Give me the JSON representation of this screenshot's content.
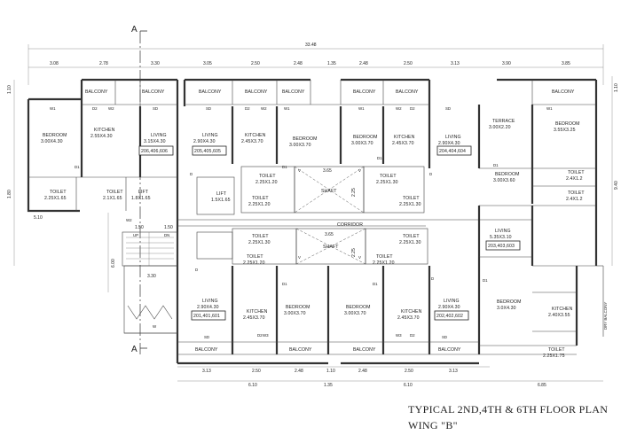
{
  "drawing": {
    "title": "TYPICAL 2ND,4TH & 6TH FLOOR PLAN",
    "subtitle": "WING \"B\"",
    "section_mark": "A"
  },
  "dimensions": {
    "overall": "33.48",
    "top": [
      "3.08",
      "2.78",
      "3.30",
      "3.05",
      "2.50",
      "2.48",
      "1.35",
      "2.48",
      "2.50",
      "3.13",
      "3.90",
      "3.85"
    ],
    "bottom": [
      "3.13",
      "2.50",
      "2.48",
      "1.10",
      "2.48",
      "2.50",
      "3.13"
    ],
    "bottom_total": [
      "6.10",
      "1.35",
      "6.10",
      "6.85"
    ],
    "left": [
      "1.10",
      "1.80",
      "5.10",
      "6.00",
      "3.30",
      "1.50",
      "1.50"
    ],
    "right": [
      "1.10",
      "9.40"
    ],
    "shaft": [
      "3.65",
      "2.25",
      "3.65",
      "2.25"
    ]
  },
  "rooms": {
    "balconies": [
      "BALCONY",
      "BALCONY",
      "BALCONY",
      "BALCONY",
      "BALCONY",
      "BALCONY",
      "BALCONY",
      "BALCONY",
      "BALCONY",
      "BALCONY",
      "BALCONY",
      "BALCONY"
    ],
    "bedroom_tl": {
      "name": "BEDROOM",
      "size": "3.00X4.30"
    },
    "kitchen_tl": {
      "name": "KITCHEN",
      "size": "2.55X4.30"
    },
    "living_tl": {
      "name": "LIVING",
      "size": "3.15X4.30"
    },
    "living_t2": {
      "name": "LIVING",
      "size": "2.90X4.30"
    },
    "kitchen_t2": {
      "name": "KITCHEN",
      "size": "2.45X3.70"
    },
    "bedroom_t2": {
      "name": "BEDROOM",
      "size": "3.00X3.70"
    },
    "bedroom_t3": {
      "name": "BEDROOM",
      "size": "3.00X3.70"
    },
    "kitchen_t3": {
      "name": "KITCHEN",
      "size": "2.45X3.70"
    },
    "living_t3": {
      "name": "LIVING",
      "size": "2.90X4.30"
    },
    "terrace": {
      "name": "TERRACE",
      "size": "3.00X2.20"
    },
    "bedroom_tr": {
      "name": "BEDROOM",
      "size": "3.55X3.25"
    },
    "bedroom_r2": {
      "name": "BEDROOM",
      "size": "3.00X3.60"
    },
    "toilet_r1": {
      "name": "TOILET",
      "size": "2.4X1.2"
    },
    "toilet_r2": {
      "name": "TOILET",
      "size": "2.4X1.2"
    },
    "toilet_l1": {
      "name": "TOILET",
      "size": "2.25X1.65"
    },
    "toilet_l2": {
      "name": "TOILET",
      "size": "2.1X1.65"
    },
    "lift_l": {
      "name": "LIFT",
      "size": "1.8X1.65"
    },
    "lift_c": {
      "name": "LIFT",
      "size": "1.5X1.65"
    },
    "toilet_c1": {
      "name": "TOILET",
      "size": "2.25X1.20"
    },
    "toilet_c2": {
      "name": "TOILET",
      "size": "2.25X1.20"
    },
    "toilet_c3": {
      "name": "TOILET",
      "size": "2.25X1.30"
    },
    "toilet_c4": {
      "name": "TOILET",
      "size": "2.25X1.30"
    },
    "toilet_c5": {
      "name": "TOILET",
      "size": "2.25X1.30"
    },
    "toilet_c6": {
      "name": "TOILET",
      "size": "2.25X1.30"
    },
    "toilet_c7": {
      "name": "TOILET",
      "size": "2.25X1.20"
    },
    "toilet_c8": {
      "name": "TOILET",
      "size": "2.25X1.20"
    },
    "shaft": "SHAFT",
    "corridor": "CORRIDOR",
    "living_r": {
      "name": "LIVING",
      "size": "5.35X3.10"
    },
    "kitchen_r": {
      "name": "KITCHEN",
      "size": "2.40X3.55"
    },
    "bedroom_br": {
      "name": "BEDROOM",
      "size": "3.0X4.30"
    },
    "toilet_br": {
      "name": "TOILET",
      "size": "2.25X1.75"
    },
    "living_b1": {
      "name": "LIVING",
      "size": "2.90X4.30"
    },
    "kitchen_b1": {
      "name": "KITCHEN",
      "size": "2.45X3.70"
    },
    "bedroom_b1": {
      "name": "BEDROOM",
      "size": "3.00X3.70"
    },
    "bedroom_b2": {
      "name": "BEDROOM",
      "size": "3.00X3.70"
    },
    "kitchen_b2": {
      "name": "KITCHEN",
      "size": "2.45X3.70"
    },
    "living_b2": {
      "name": "LIVING",
      "size": "2.90X4.30"
    },
    "dry_balcony": "DRY BALCONY",
    "stair_up": "UP",
    "stair_dn": "DN"
  },
  "unit_numbers": {
    "u1": "206,406,606",
    "u2": "205,405,605",
    "u3": "204,404,604",
    "u4": "203,403,603",
    "u5": "201,401,601",
    "u6": "202,402,602"
  },
  "openings": {
    "door": "D",
    "door1": "D1",
    "door2": "D2",
    "window1": "W1",
    "window2": "W2",
    "window3": "W3",
    "slide": "SD",
    "ventilator": "V",
    "window": "W"
  }
}
